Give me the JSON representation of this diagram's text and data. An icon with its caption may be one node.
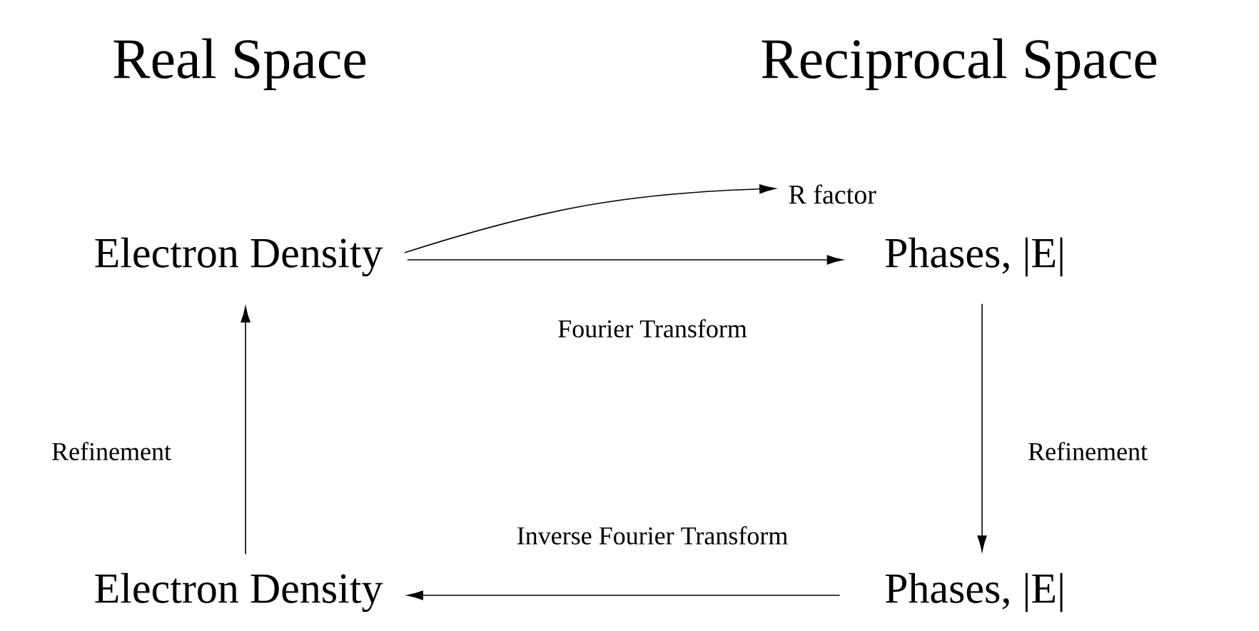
{
  "diagram": {
    "nodes": [
      {
        "text": [
          "Electron Density"
        ]
      },
      {
        "text": [
          "Phases, |E|"
        ]
      },
      {
        "text": [
          "R factor"
        ]
      },
      {
        "text": [
          "Phases, |E|"
        ]
      },
      {
        "text": [
          "Electron Density"
        ]
      }
    ],
    "edges": [
      {
        "from": 0,
        "to": 2,
        "arrow": "to"
      },
      {
        "from": 0,
        "to": 1,
        "arrow": "to",
        "label": "Fourier Transform"
      },
      {
        "from": 1,
        "to": 3,
        "arrow": "to",
        "label": "Refinement"
      },
      {
        "from": 3,
        "to": 4,
        "arrow": "to",
        "label": "Inverse Fourier Transform"
      },
      {
        "from": 4,
        "to": 0,
        "arrow": "to",
        "label": "Refinement"
      }
    ],
    "labels": [
      "Real Space",
      "Reciprocal Space"
    ]
  }
}
